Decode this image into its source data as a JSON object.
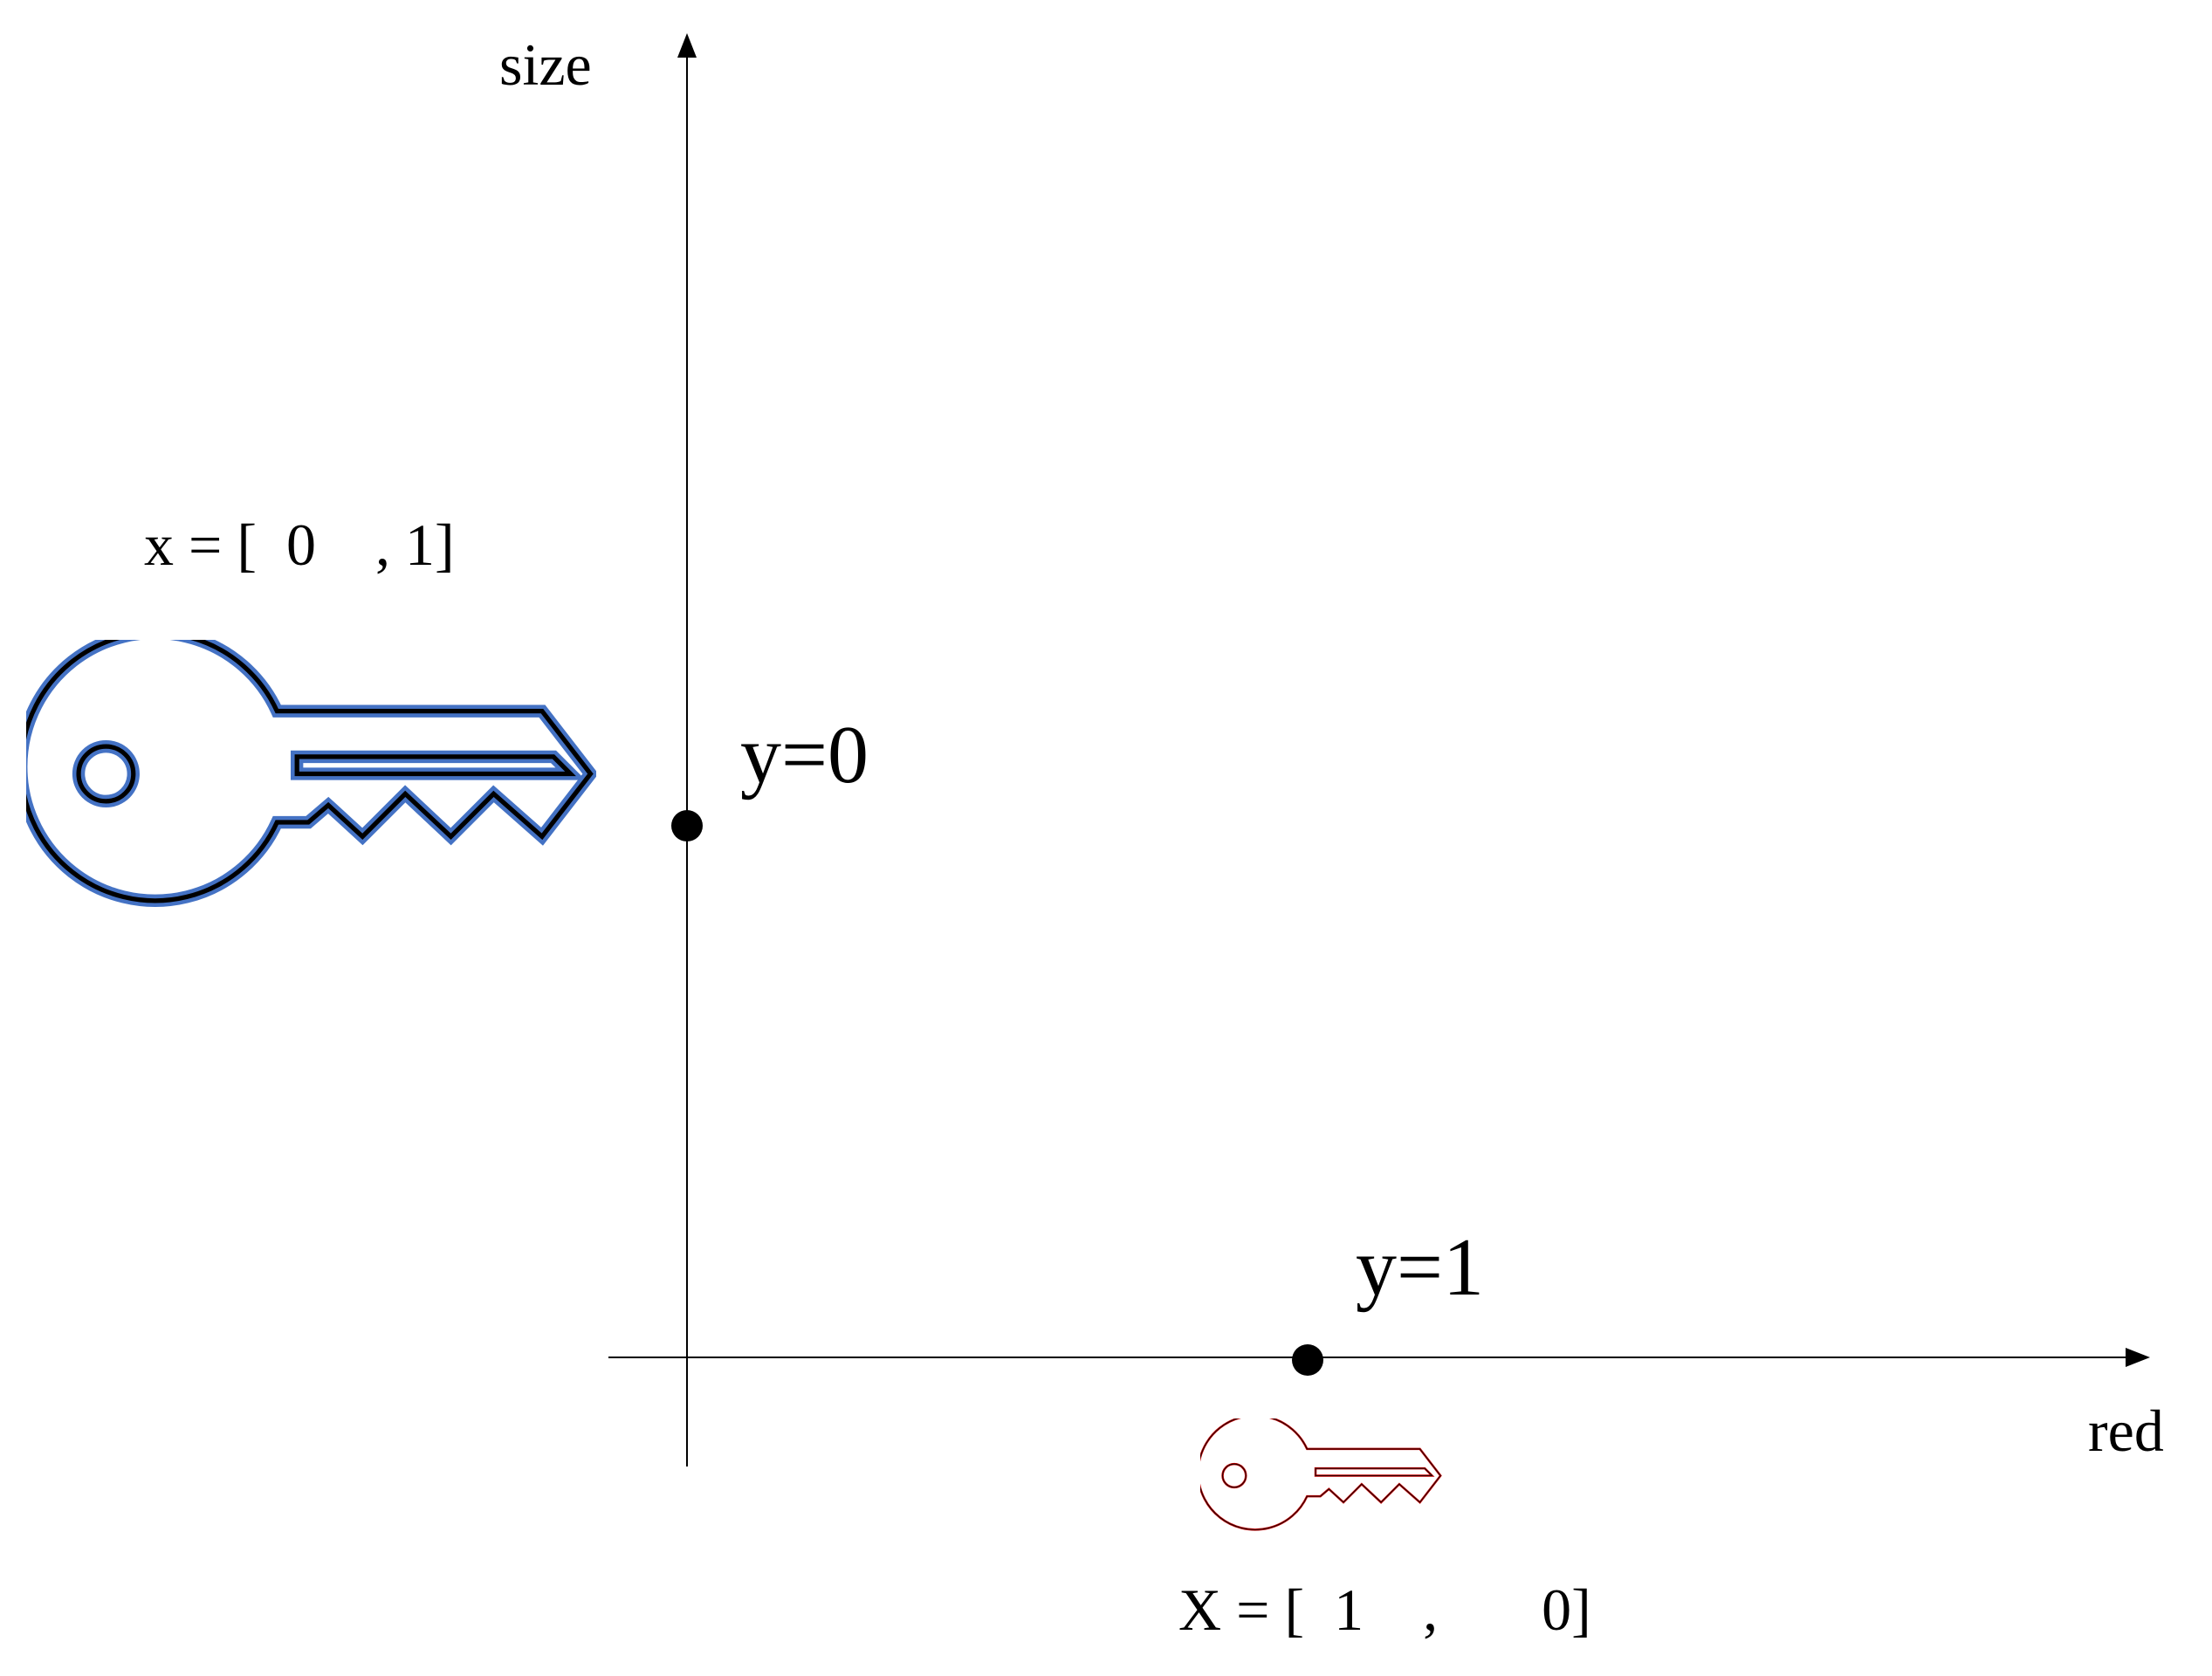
{
  "colors": {
    "axis": "#000000",
    "point": "#000000",
    "key_blue_outline": "#4472c4",
    "key_blue_inner": "#000000",
    "key_red_outline": "#c00000",
    "key_red_inner": "#000000"
  },
  "axes": {
    "x_label": "red",
    "y_label": "size"
  },
  "points": [
    {
      "label": "y=0",
      "vector": "x = [  0    , 1]",
      "key_icon": "key-icon-blue"
    },
    {
      "label": "y=1",
      "vector": "X = [  1    ,       0]",
      "key_icon": "key-icon-red"
    }
  ]
}
